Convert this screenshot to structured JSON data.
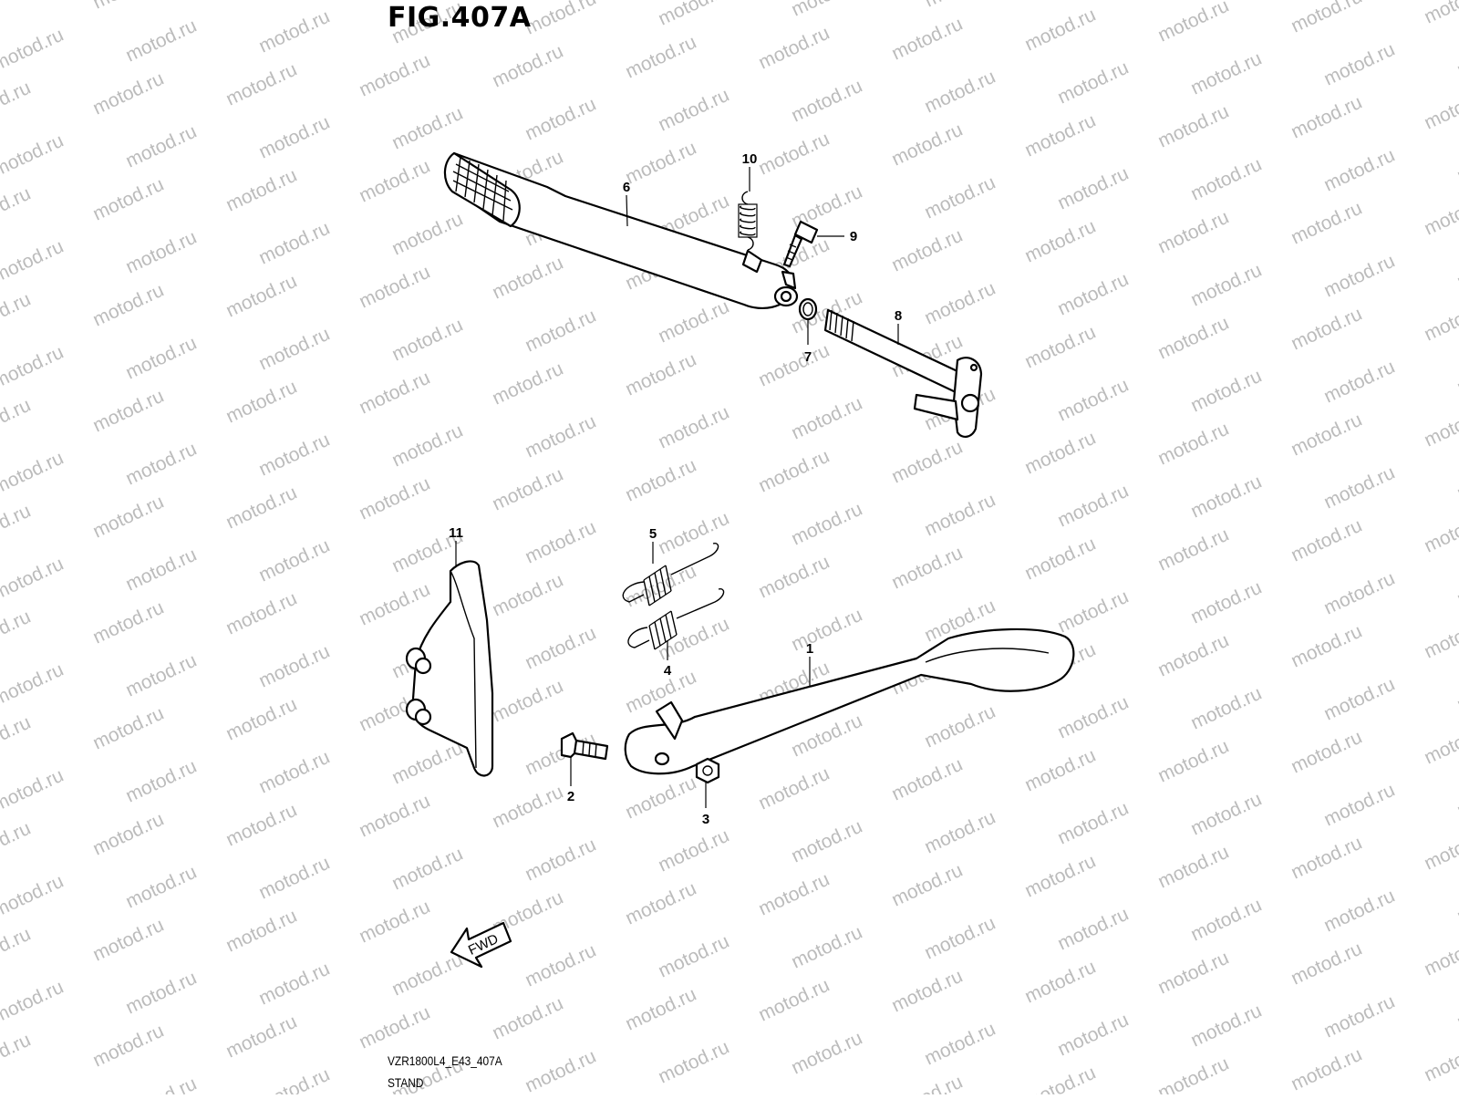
{
  "figure_title": "FIG.407A",
  "footer": {
    "code": "VZR1800L4_E43_407A",
    "name": "STAND"
  },
  "watermark": "motod.ru",
  "fwd_label": "FWD",
  "callouts": {
    "c1": "1",
    "c2": "2",
    "c3": "3",
    "c4": "4",
    "c5": "5",
    "c6": "6",
    "c7": "7",
    "c8": "8",
    "c9": "9",
    "c10": "10",
    "c11": "11"
  },
  "parts": {
    "p1": "stand-bar",
    "p2": "bolt",
    "p3": "nut",
    "p4": "spring",
    "p5": "spring",
    "p6": "lever",
    "p7": "o-ring",
    "p8": "shaft",
    "p9": "bolt",
    "p10": "spring",
    "p11": "bracket"
  }
}
